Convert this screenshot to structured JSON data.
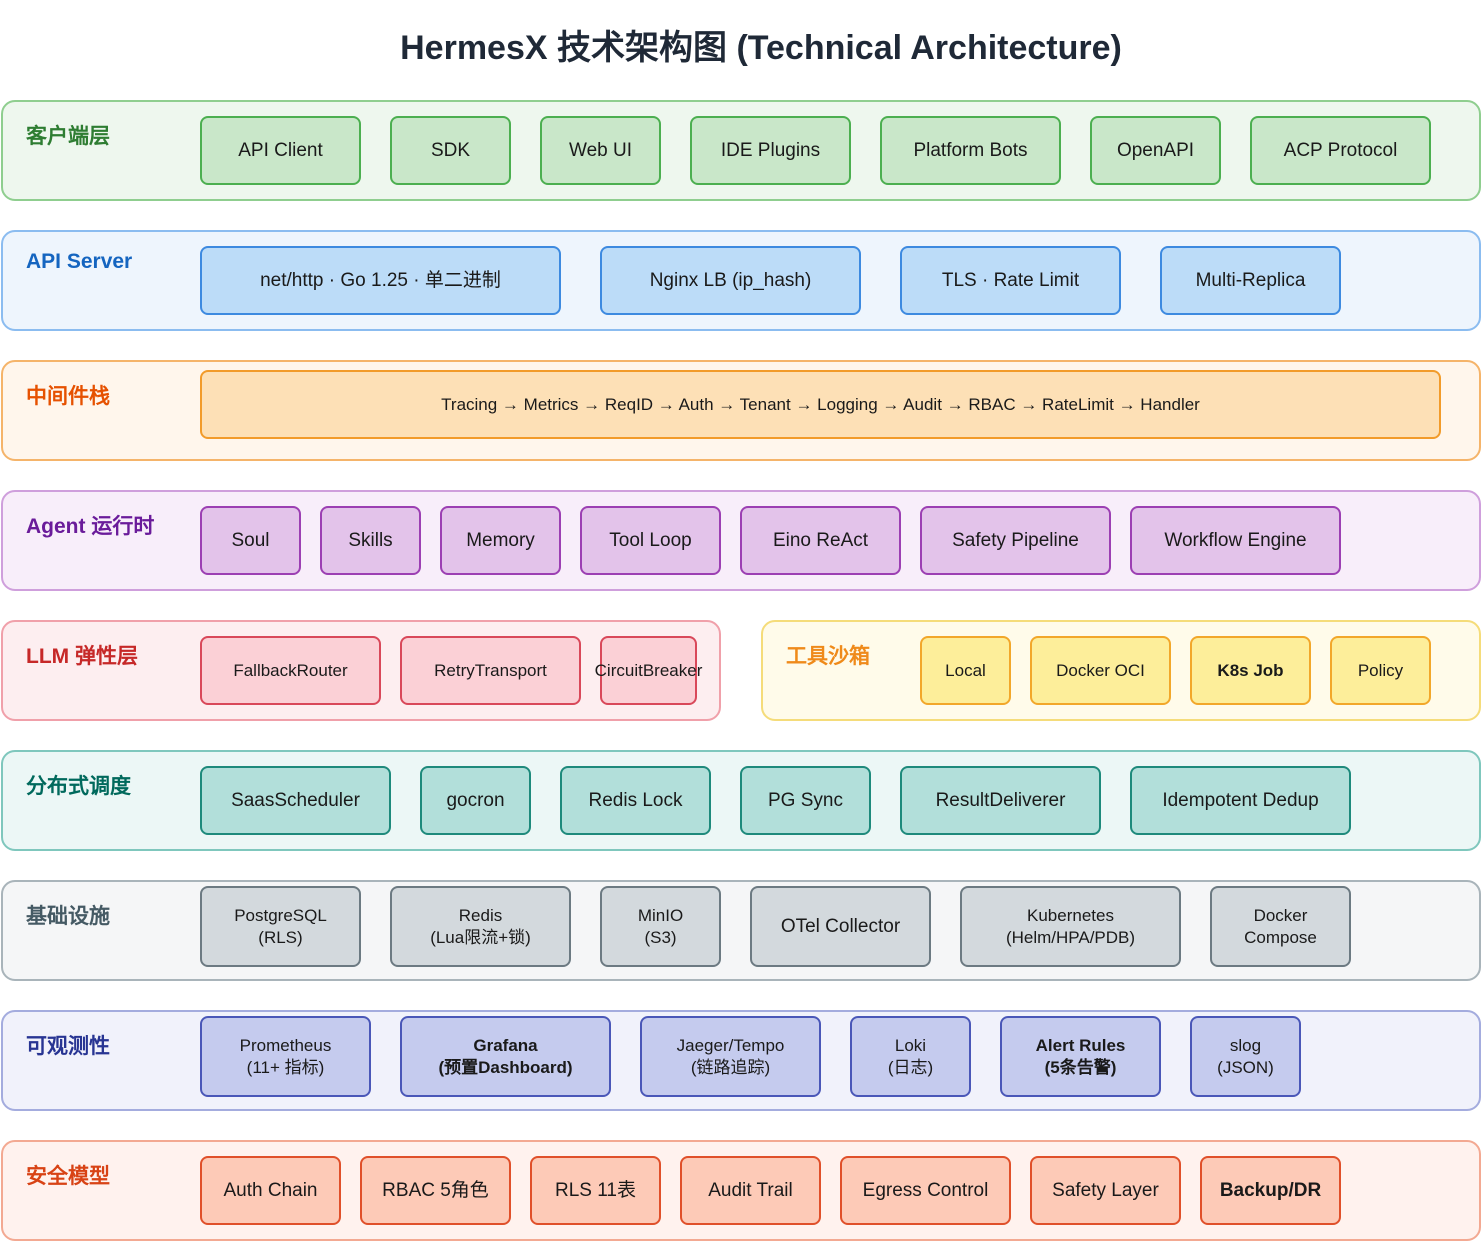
{
  "title": "HermesX 技术架构图 (Technical Architecture)",
  "layers": [
    {
      "label": "客户端层",
      "color": "#2e7d32",
      "fill": "#eef7ee",
      "border": "#8fce8f",
      "box_fill": "#c9e7c9",
      "box_border": "#4caf50",
      "items": [
        {
          "text": "API Client"
        },
        {
          "text": "SDK"
        },
        {
          "text": "Web UI"
        },
        {
          "text": "IDE Plugins"
        },
        {
          "text": "Platform Bots"
        },
        {
          "text": "OpenAPI"
        },
        {
          "text": "ACP Protocol"
        }
      ]
    },
    {
      "label": "API Server",
      "color": "#1565c0",
      "fill": "#eef5fd",
      "border": "#8bbcf0",
      "box_fill": "#bcdcf8",
      "box_border": "#3d8ae0",
      "items": [
        {
          "text": "net/http · Go 1.25 · 单二进制"
        },
        {
          "text": "Nginx LB (ip_hash)"
        },
        {
          "text": "TLS · Rate Limit"
        },
        {
          "text": "Multi-Replica"
        }
      ]
    },
    {
      "label": "中间件栈",
      "color": "#e65100",
      "fill": "#fff6ec",
      "border": "#f5b46a",
      "box_fill": "#fde0b6",
      "box_border": "#f29b2a",
      "items": [
        {
          "text": "Tracing → Metrics → ReqID → Auth → Tenant → Logging → Audit → RBAC → RateLimit → Handler"
        }
      ]
    },
    {
      "label": "Agent 运行时",
      "color": "#6a1b9a",
      "fill": "#f8eefa",
      "border": "#cf9fdc",
      "box_fill": "#e3c3ea",
      "box_border": "#9c3fb3",
      "items": [
        {
          "text": "Soul"
        },
        {
          "text": "Skills"
        },
        {
          "text": "Memory"
        },
        {
          "text": "Tool Loop"
        },
        {
          "text": "Eino ReAct"
        },
        {
          "text": "Safety Pipeline"
        },
        {
          "text": "Workflow Engine"
        }
      ]
    },
    {
      "label": "LLM 弹性层",
      "color": "#c62828",
      "fill": "#fdeef0",
      "border": "#f0a0aa",
      "box_fill": "#fbd0d6",
      "box_border": "#d9485a",
      "items": [
        {
          "text": "FallbackRouter"
        },
        {
          "text": "RetryTransport"
        },
        {
          "text": "CircuitBreaker"
        }
      ]
    },
    {
      "label": "工具沙箱",
      "color": "#ef8a1a",
      "fill": "#fffbea",
      "border": "#f5dc7a",
      "box_fill": "#fdee9a",
      "box_border": "#f2a72a",
      "items": [
        {
          "text": "Local"
        },
        {
          "text": "Docker OCI"
        },
        {
          "text": "K8s Job",
          "bold": true
        },
        {
          "text": "Policy"
        }
      ]
    },
    {
      "label": "分布式调度",
      "color": "#00695c",
      "fill": "#ecf7f6",
      "border": "#7fc7bd",
      "box_fill": "#b2dfda",
      "box_border": "#1e8a7c",
      "items": [
        {
          "text": "SaasScheduler"
        },
        {
          "text": "gocron"
        },
        {
          "text": "Redis Lock"
        },
        {
          "text": "PG Sync"
        },
        {
          "text": "ResultDeliverer"
        },
        {
          "text": "Idempotent Dedup"
        }
      ]
    },
    {
      "label": "基础设施",
      "color": "#455a64",
      "fill": "#f5f6f7",
      "border": "#a9b4ba",
      "box_fill": "#d3d9dd",
      "box_border": "#6c7a82",
      "items": [
        {
          "lines": [
            "PostgreSQL",
            "(RLS)"
          ]
        },
        {
          "lines": [
            "Redis",
            "(Lua限流+锁)"
          ]
        },
        {
          "lines": [
            "MinIO",
            "(S3)"
          ]
        },
        {
          "text": "OTel Collector"
        },
        {
          "lines": [
            "Kubernetes",
            "(Helm/HPA/PDB)"
          ]
        },
        {
          "lines": [
            "Docker",
            "Compose"
          ]
        }
      ]
    },
    {
      "label": "可观测性",
      "color": "#283593",
      "fill": "#f1f2fb",
      "border": "#a4acde",
      "box_fill": "#c5cbee",
      "box_border": "#4a57b8",
      "items": [
        {
          "lines": [
            "Prometheus",
            "(11+ 指标)"
          ]
        },
        {
          "lines": [
            "Grafana",
            "(预置Dashboard)"
          ],
          "bold": true
        },
        {
          "lines": [
            "Jaeger/Tempo",
            "(链路追踪)"
          ]
        },
        {
          "lines": [
            "Loki",
            "(日志)"
          ]
        },
        {
          "lines": [
            "Alert Rules",
            "(5条告警)"
          ],
          "bold": true
        },
        {
          "lines": [
            "slog",
            "(JSON)"
          ]
        }
      ]
    },
    {
      "label": "安全模型",
      "color": "#d84315",
      "fill": "#fff2ee",
      "border": "#f3a992",
      "box_fill": "#fdcab7",
      "box_border": "#e0502a",
      "items": [
        {
          "text": "Auth Chain"
        },
        {
          "text": "RBAC 5角色"
        },
        {
          "text": "RLS 11表"
        },
        {
          "text": "Audit Trail"
        },
        {
          "text": "Egress Control"
        },
        {
          "text": "Safety Layer"
        },
        {
          "text": "Backup/DR",
          "bold": true
        }
      ]
    }
  ]
}
